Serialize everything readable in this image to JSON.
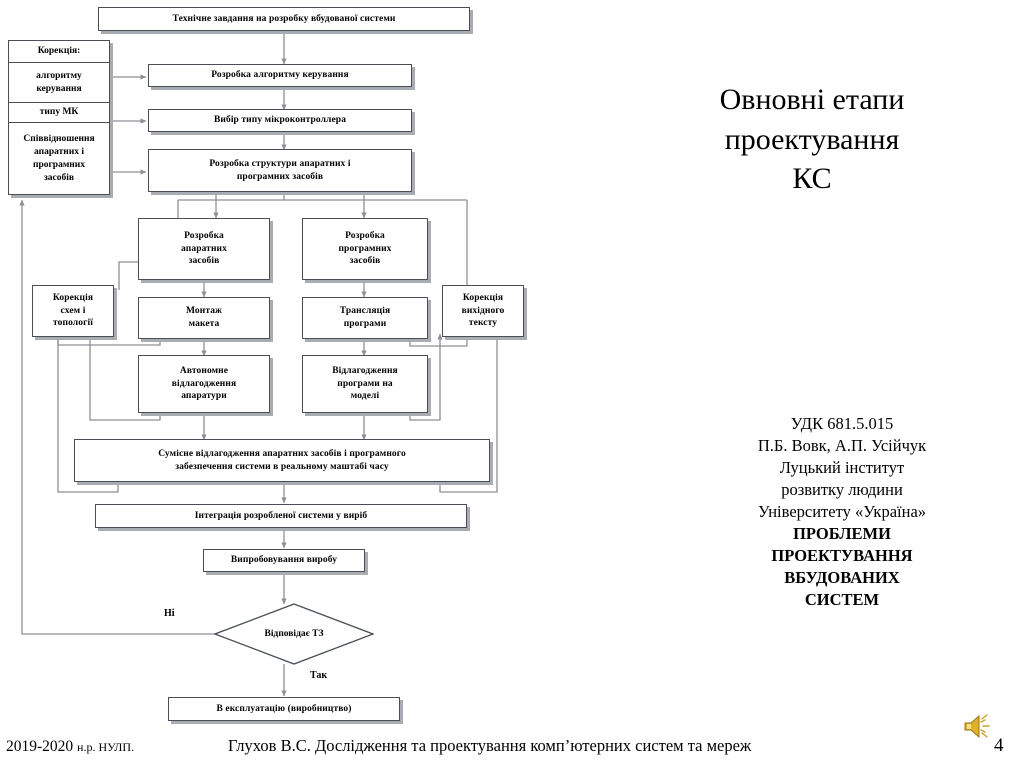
{
  "slide": {
    "title_lines": [
      "Овновні етапи",
      "проектування",
      "КС"
    ]
  },
  "attribution": {
    "lines": [
      {
        "text": "УДК 681.5.015",
        "bold": false
      },
      {
        "text": "П.Б. Вовк, А.П. Усійчук",
        "bold": false
      },
      {
        "text": "Луцький інститут",
        "bold": false
      },
      {
        "text": "розвитку людини",
        "bold": false
      },
      {
        "text": "Університету «Україна»",
        "bold": false
      },
      {
        "text": "ПРОБЛЕМИ",
        "bold": true
      },
      {
        "text": "ПРОЕКТУВАННЯ",
        "bold": true
      },
      {
        "text": "ВБУДОВАНИХ",
        "bold": true
      },
      {
        "text": "СИСТЕМ",
        "bold": true
      }
    ]
  },
  "footer": {
    "left_year": "2019-2020",
    "left_suffix": "н.р. НУЛП.",
    "center": "Глухов В.С. Дослідження та проектування комп’ютерних систем та мереж",
    "page_number": "4",
    "speaker_icon": "speaker-icon"
  },
  "flowchart": {
    "correction_stack": {
      "header": "Корекція:",
      "items": [
        {
          "lines": [
            "алгоритму",
            "керування"
          ]
        },
        {
          "lines": [
            "типу МК"
          ]
        },
        {
          "lines": [
            "Співвідношення",
            "апаратних  і",
            "програмних",
            "засобів"
          ]
        }
      ]
    },
    "nodes": [
      {
        "id": "spec",
        "lines": [
          "Технічне завдання на розробку вбудованої системи"
        ]
      },
      {
        "id": "algorithm",
        "lines": [
          "Розробка алгоритму керування"
        ]
      },
      {
        "id": "mcu",
        "lines": [
          "Вибір типу  мікроконтроллера"
        ]
      },
      {
        "id": "structure",
        "lines": [
          "Розробка структури апаратних і",
          "програмних засобів"
        ]
      },
      {
        "id": "hw-dev",
        "lines": [
          "Розробка",
          "апаратних",
          "засобів"
        ]
      },
      {
        "id": "sw-dev",
        "lines": [
          "Розробка",
          "програмних",
          "засобів"
        ]
      },
      {
        "id": "corr-schem",
        "lines": [
          "Корекція",
          "схем  і",
          "топології"
        ]
      },
      {
        "id": "assembly",
        "lines": [
          "Монтаж",
          "макета"
        ]
      },
      {
        "id": "translation",
        "lines": [
          "Трансляція",
          "програми"
        ]
      },
      {
        "id": "corr-source",
        "lines": [
          "Корекція",
          "вихідного",
          "тексту"
        ]
      },
      {
        "id": "hw-debug",
        "lines": [
          "Автономне",
          "відлагодження",
          "апаратури"
        ]
      },
      {
        "id": "sw-debug",
        "lines": [
          "Відлагодження",
          "програми на",
          "моделі"
        ]
      },
      {
        "id": "joint-debug",
        "lines": [
          "Сумісне відлагодження апаратних засобів і програмного",
          "забезпечення системи в реальному маштабі часу"
        ]
      },
      {
        "id": "integration",
        "lines": [
          "Інтеграція розробленої системи у виріб"
        ]
      },
      {
        "id": "testing",
        "lines": [
          "Випробовування виробу"
        ]
      },
      {
        "id": "production",
        "lines": [
          "В експлуатацію (виробництво)"
        ]
      }
    ],
    "decision": {
      "label": "Відповідає ТЗ"
    },
    "edge_labels": {
      "no": "Ні",
      "yes": "Так"
    }
  },
  "colors": {
    "box_border": "#4a4f57",
    "box_shadow": "#a9acb2",
    "wire": "#8d9097",
    "text": "#000000",
    "speaker_body": "#e0b02a",
    "speaker_highlight": "#f6dd8a"
  }
}
